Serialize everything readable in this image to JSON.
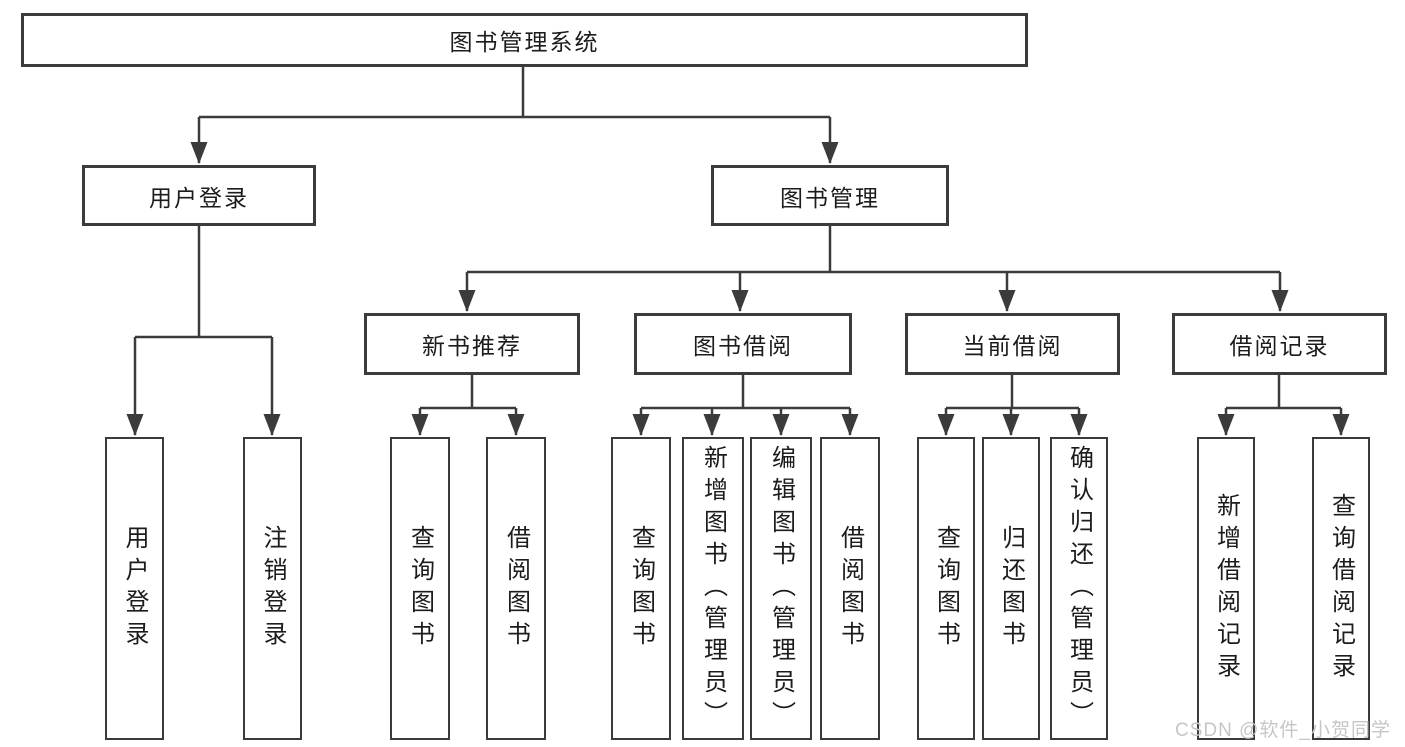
{
  "tree": {
    "label": "图书管理系统",
    "children": [
      {
        "label": "用户登录",
        "children": [
          {
            "label": "用户登录"
          },
          {
            "label": "注销登录"
          }
        ]
      },
      {
        "label": "图书管理",
        "children": [
          {
            "label": "新书推荐",
            "children": [
              {
                "label": "查询图书"
              },
              {
                "label": "借阅图书"
              }
            ]
          },
          {
            "label": "图书借阅",
            "children": [
              {
                "label": "查询图书"
              },
              {
                "label": "新增图书（管理员）"
              },
              {
                "label": "编辑图书（管理员）"
              },
              {
                "label": "借阅图书"
              }
            ]
          },
          {
            "label": "当前借阅",
            "children": [
              {
                "label": "查询图书"
              },
              {
                "label": "归还图书"
              },
              {
                "label": "确认归还（管理员）"
              }
            ]
          },
          {
            "label": "借阅记录",
            "children": [
              {
                "label": "新增借阅记录"
              },
              {
                "label": "查询借阅记录"
              }
            ]
          }
        ]
      }
    ]
  },
  "watermark": {
    "text": "CSDN @软件_小贺同学"
  },
  "colors": {
    "line": "#3b3b3b",
    "box_border": "#3b3b3b",
    "box_fill": "#ffffff",
    "text": "#1c1c1c",
    "watermark": "#c6c6c6",
    "background": "#ffffff"
  }
}
